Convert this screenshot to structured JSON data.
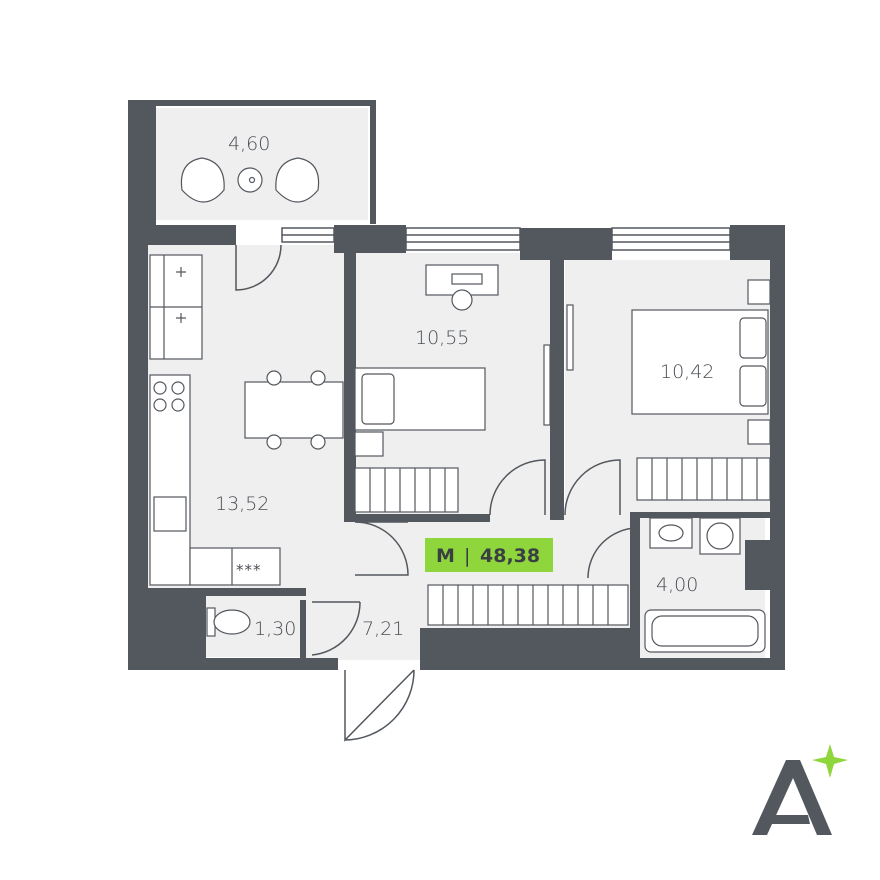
{
  "plan": {
    "rooms": [
      {
        "id": "balcony",
        "area": "4,60"
      },
      {
        "id": "bedroom",
        "area": "10,55"
      },
      {
        "id": "master-bedroom",
        "area": "10,42"
      },
      {
        "id": "kitchen-living",
        "area": "13,52"
      },
      {
        "id": "toilet",
        "area": "1,30"
      },
      {
        "id": "hallway",
        "area": "7,21"
      },
      {
        "id": "bathroom",
        "area": "4,00"
      }
    ],
    "badge": {
      "type": "M",
      "separator": "|",
      "total_area": "48,38"
    },
    "hob_marks": "***"
  },
  "logo": {
    "letter": "A",
    "color": "#53585e",
    "star_color": "#8fd63d"
  },
  "colors": {
    "wall": "#53585e",
    "floor": "#efefef",
    "badge": "#8fd63d"
  }
}
